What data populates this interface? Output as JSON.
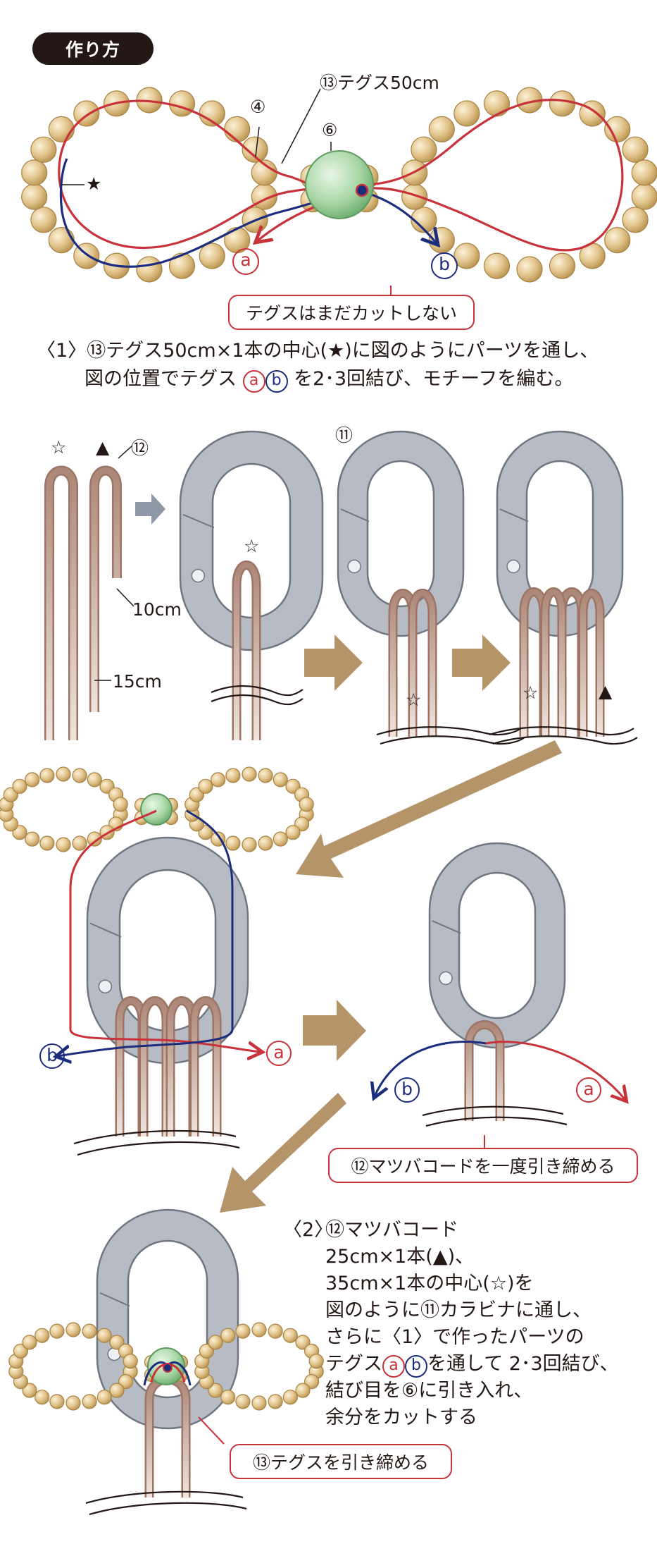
{
  "heading": "作り方",
  "fig1": {
    "tegusu_label": "⑬テグス50cm",
    "bead4_label": "④",
    "bead6_label": "⑥",
    "star_label": "★",
    "end_a": "a",
    "end_b": "b",
    "callout": "テグスはまだカットしない"
  },
  "step1": {
    "number": "〈1〉",
    "line1": "⑬テグス50cm×1本の中心(★)に図のようにパーツを通し、",
    "line2_pre": "図の位置でテグス",
    "line2_post": "を2･3回結び、モチーフを編む。",
    "a": "a",
    "b": "b"
  },
  "fig2": {
    "star_label": "☆",
    "triangle_label": "▲",
    "cord_label": "⑫",
    "len10": "10cm",
    "len15": "15cm",
    "carabiner_label": "⑪",
    "star_in_1": "☆",
    "star_in_2": "☆",
    "star_in_3": "☆",
    "triangle_in_3": "▲"
  },
  "fig3": {
    "end_a_left": "a",
    "end_b_left": "b",
    "end_a_right": "a",
    "end_b_right": "b",
    "callout": "⑫マツバコードを一度引き締める"
  },
  "step2": {
    "number": "〈2〉",
    "lines": [
      "⑫マツバコード",
      "25cm×1本(▲)、",
      "35cm×1本の中心(☆)を",
      "図のように⑪カラビナに通し、",
      "さらに〈1〉で作ったパーツの"
    ],
    "line6_pre": "テグス",
    "line6_post": "を通して 2･3回結び、",
    "line7": "結び目を⑥に引き入れ、",
    "line8": "余分をカットする",
    "a": "a",
    "b": "b",
    "callout": "⑬テグスを引き締める"
  },
  "colors": {
    "red_line": "#c8323a",
    "blue_line": "#1d2d7e",
    "pearl": "#d8b878",
    "carabiner": "#b7bcc4",
    "cord": "#b89484",
    "arrow": "#b5946a"
  }
}
